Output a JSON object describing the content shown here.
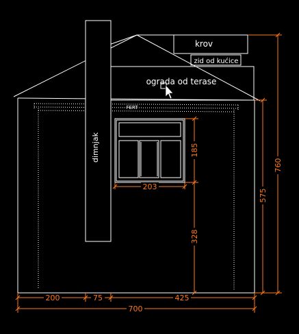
{
  "colors": {
    "background": "#000000",
    "lines": "#ffffff",
    "dimensions": "#ff7a1a"
  },
  "labels": {
    "roof": "krov",
    "house_wall": "zid od kućice",
    "terrace_fence": "ograda od terase",
    "chimney": "dimnjak",
    "fert": "FERT"
  },
  "dimensions": {
    "bottom_left": "200",
    "bottom_mid": "75",
    "bottom_right": "425",
    "bottom_total": "700",
    "window_width": "203",
    "window_height": "185",
    "below_window": "328",
    "right_inner": "575",
    "right_total": "760"
  },
  "cursor": "arrow-cursor-icon"
}
